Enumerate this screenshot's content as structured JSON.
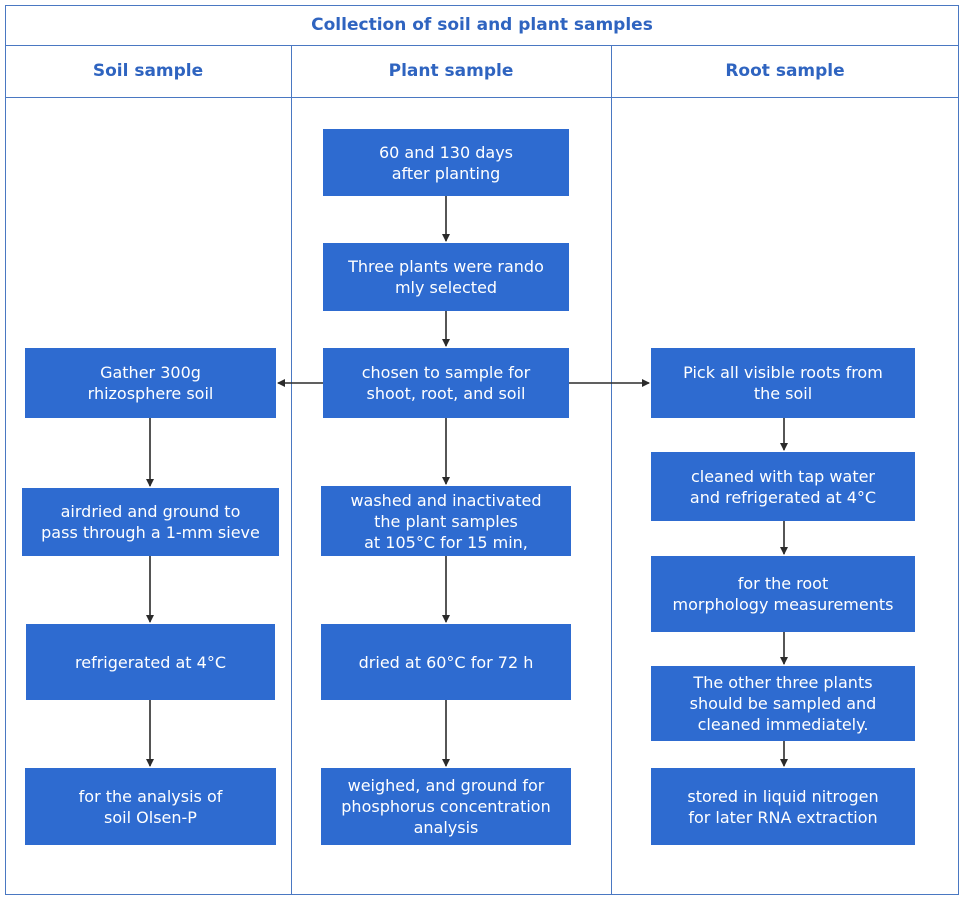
{
  "title": "Collection of soil and plant samples",
  "columns": {
    "soil": "Soil sample",
    "plant": "Plant sample",
    "root": "Root sample"
  },
  "plant_steps": [
    "60 and 130 days\nafter planting",
    "Three plants were rando\nmly selected",
    "chosen to sample for\nshoot, root, and soil",
    "washed and inactivated\nthe plant samples\nat 105°C for 15 min,",
    "dried at 60°C for 72 h",
    "weighed, and ground for\nphosphorus concentration\nanalysis"
  ],
  "soil_steps": [
    "Gather 300g\nrhizosphere soil",
    "airdried and ground to\npass through a 1-mm sieve",
    "refrigerated at 4°C",
    "for the analysis of\nsoil Olsen-P"
  ],
  "root_steps": [
    "Pick all visible roots from\nthe soil",
    "cleaned with tap water\nand refrigerated at 4°C",
    "for the root\nmorphology measurements",
    "The other three plants\nshould be sampled and\ncleaned immediately.",
    "stored in liquid nitrogen\nfor later RNA extraction"
  ],
  "colors": {
    "box": "#2e6bd0",
    "header_text": "#2f64c0",
    "border": "#4a78c2",
    "arrow": "#2b2b2b"
  }
}
